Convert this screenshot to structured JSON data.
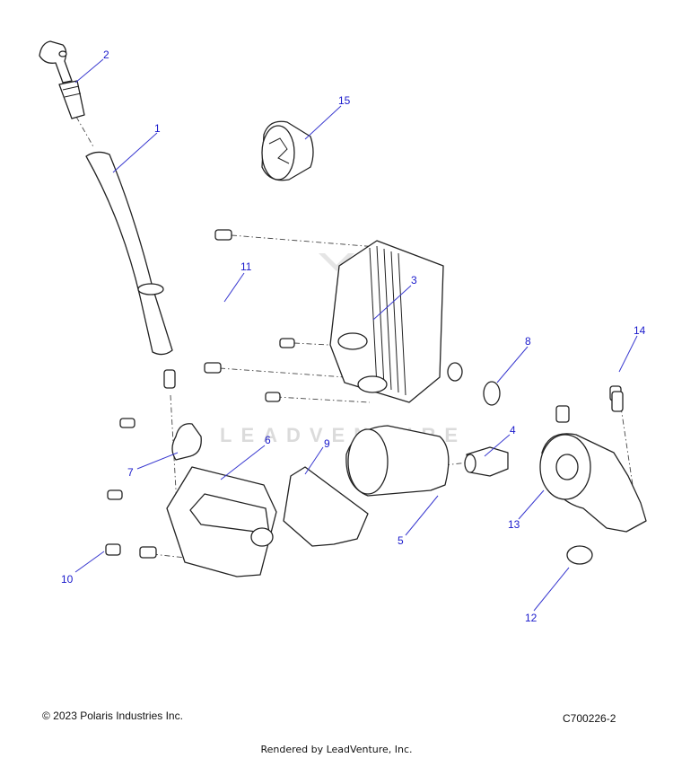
{
  "watermark": "LEADVENTURE",
  "callouts": {
    "c1": "1",
    "c2": "2",
    "c3": "3",
    "c4": "4",
    "c5": "5",
    "c6": "6",
    "c7": "7",
    "c8": "8",
    "c9": "9",
    "c10": "10",
    "c11": "11",
    "c12": "12",
    "c13": "13",
    "c14": "14",
    "c15": "15"
  },
  "footer": {
    "copyright": "© 2023 Polaris Industries Inc.",
    "figure_code": "C700226-2",
    "rendered_by": "Rendered by LeadVenture, Inc."
  },
  "colors": {
    "callout": "#1a1acc",
    "line_art": "#222222",
    "watermark": "#d8d8d8"
  }
}
